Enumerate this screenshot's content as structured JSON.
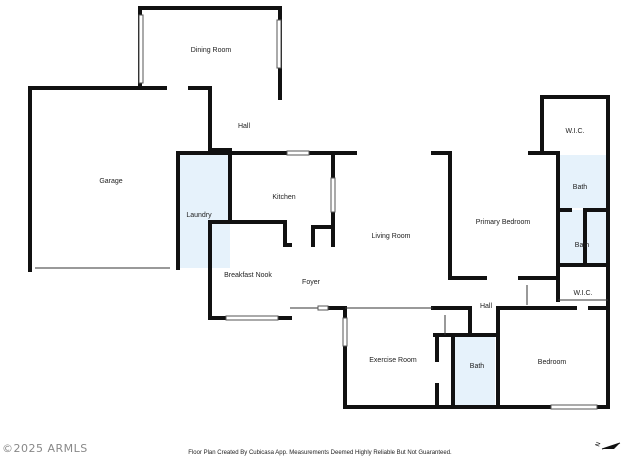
{
  "rooms": {
    "dining": "Dining Room",
    "hall_upper": "Hall",
    "garage": "Garage",
    "laundry": "Laundry",
    "kitchen": "Kitchen",
    "living": "Living Room",
    "breakfast": "Breakfast Nook",
    "foyer": "Foyer",
    "primary_bedroom": "Primary Bedroom",
    "wic_upper": "W.I.C.",
    "bath_upper": "Bath",
    "bath_middle": "Bath",
    "wic_lower": "W.I.C.",
    "hall_lower": "Hall",
    "exercise": "Exercise Room",
    "bath_lower": "Bath",
    "bedroom": "Bedroom"
  },
  "footer": {
    "watermark": "©2025 ARMLS",
    "caption": "Floor Plan Created By Cubicasa App. Measurements Deemed Highly Reliable But Not Guaranteed.",
    "north_label": "N"
  },
  "colors": {
    "wall": "#111111",
    "wet_area_fill": "#e6f2fb",
    "background": "#ffffff"
  }
}
